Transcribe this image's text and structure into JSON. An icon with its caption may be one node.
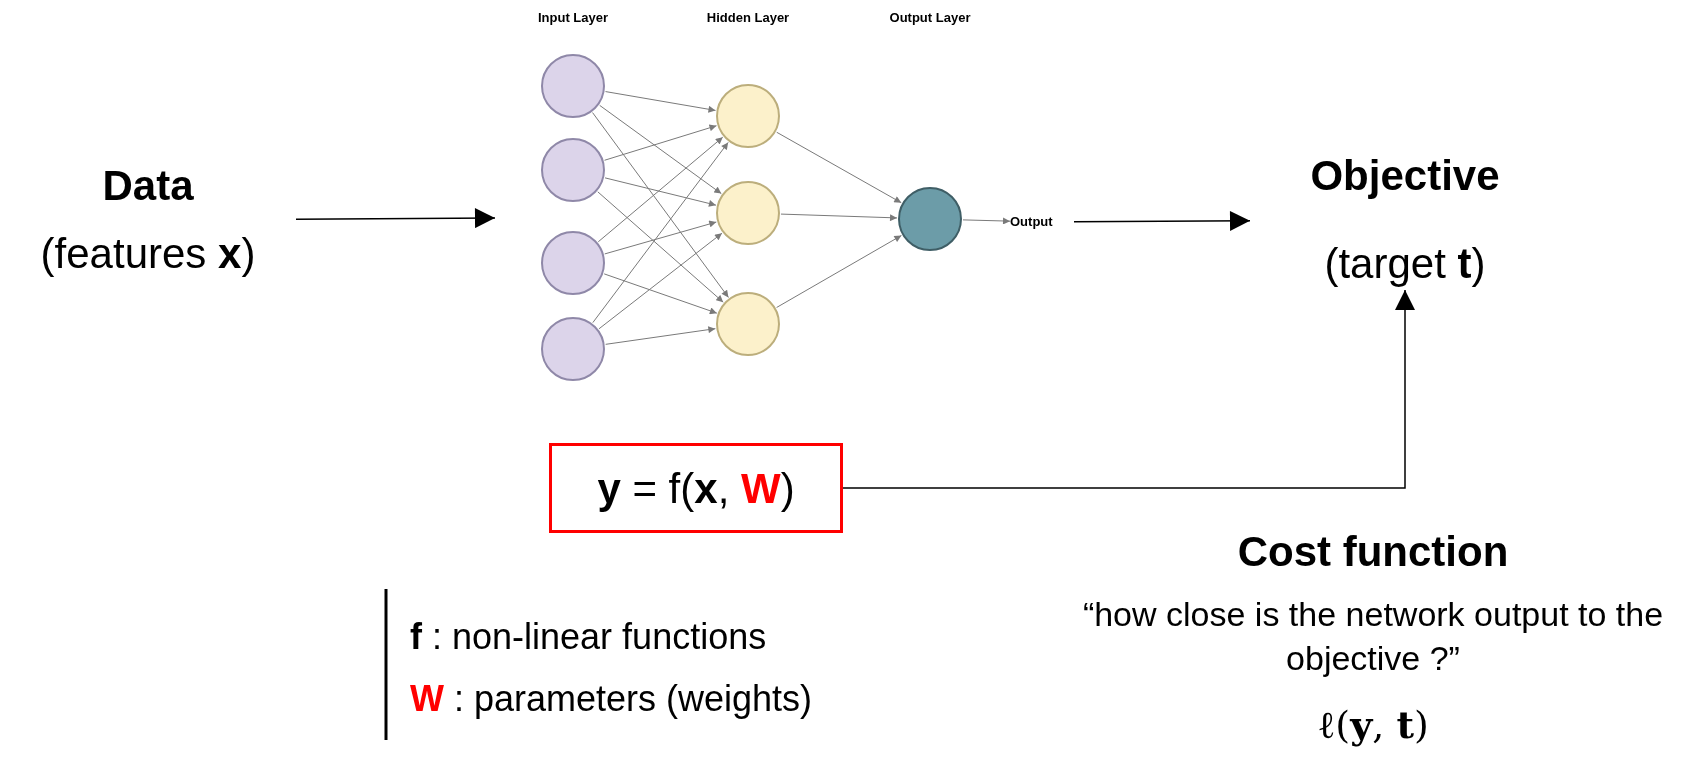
{
  "diagram": {
    "nodes": [
      {
        "text": [
          "Data",
          "(features **x**)"
        ]
      },
      {
        "text": [],
        "shape": "circle"
      },
      {
        "text": [],
        "shape": "circle"
      },
      {
        "text": [],
        "shape": "circle"
      },
      {
        "text": [],
        "shape": "circle"
      },
      {
        "text": [],
        "shape": "circle"
      },
      {
        "text": [],
        "shape": "circle"
      },
      {
        "text": [],
        "shape": "circle"
      },
      {
        "text": [],
        "shape": "circle"
      },
      {
        "text": [
          "Output"
        ]
      },
      {
        "text": [
          "Objective",
          "(target **t**)"
        ]
      },
      {
        "text": [
          "**y** = f(**x**, **W**)"
        ]
      }
    ],
    "edges": [
      {
        "from": 0,
        "to": null,
        "arrow": "to",
        "color": "#000000"
      },
      {
        "from": 1,
        "to": 5,
        "arrow": "to"
      },
      {
        "from": 1,
        "to": 6,
        "arrow": "to"
      },
      {
        "from": 1,
        "to": 7,
        "arrow": "to"
      },
      {
        "from": 2,
        "to": 5,
        "arrow": "to"
      },
      {
        "from": 2,
        "to": 6,
        "arrow": "to"
      },
      {
        "from": 2,
        "to": 7,
        "arrow": "to"
      },
      {
        "from": 3,
        "to": 5,
        "arrow": "to"
      },
      {
        "from": 3,
        "to": 6,
        "arrow": "to"
      },
      {
        "from": 3,
        "to": 7,
        "arrow": "to"
      },
      {
        "from": 4,
        "to": 5,
        "arrow": "to"
      },
      {
        "from": 4,
        "to": 6,
        "arrow": "to"
      },
      {
        "from": 4,
        "to": 7,
        "arrow": "to"
      },
      {
        "from": 5,
        "to": 8,
        "arrow": "to"
      },
      {
        "from": 6,
        "to": 8,
        "arrow": "to"
      },
      {
        "from": 7,
        "to": 8,
        "arrow": "to"
      },
      {
        "from": 8,
        "to": 9,
        "arrow": "to"
      },
      {
        "from": 9,
        "to": 10,
        "arrow": "to",
        "color": "#000000"
      },
      {
        "from": 11,
        "to": 10,
        "arrow": "to",
        "color": "#000000"
      }
    ],
    "labels": [
      "Input Layer",
      "Hidden Layer",
      "Output Layer",
      "**f** : non-linear functions",
      "**W** : parameters (weights)",
      "Cost function",
      "“how close is the network output to the objective ?”",
      "ℓ(**y**, **t**)"
    ]
  }
}
